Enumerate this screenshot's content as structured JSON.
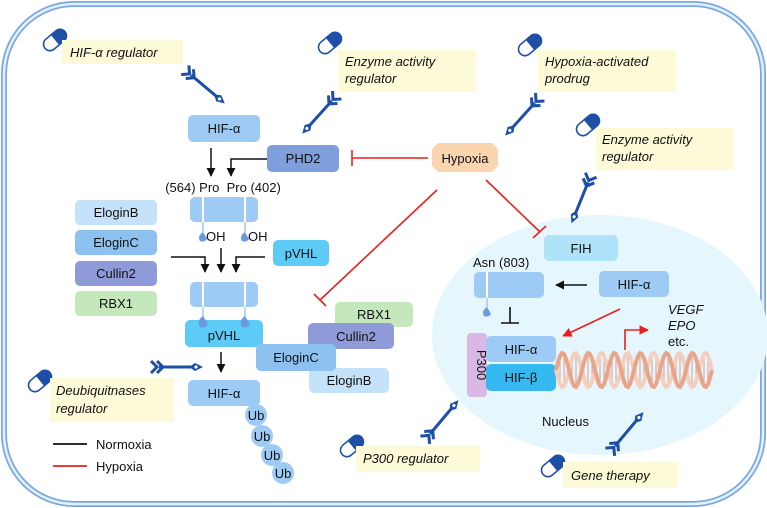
{
  "title": "HIF signaling pathway and therapeutic targets",
  "colors": {
    "cell_border": "#7ea6e0",
    "cell_fill": "#dff2ff",
    "nucleus_fill": "#e6f6fd",
    "hif_alpha": "#9ecbf5",
    "phd2": "#7f9fdc",
    "pvhl": "#5ecbf6",
    "elogin_b": "#c5e2fb",
    "elogin_c": "#8dc2f0",
    "cullin2": "#8f9ad9",
    "rbx1": "#c4e8bc",
    "hypoxia": "#fbd5b0",
    "p300": "#d9b8e6",
    "hif_beta": "#35b9f0",
    "drug_label_bg": "#fdfad8",
    "drug_blue": "#1d4fa8",
    "normoxia_line": "#111111",
    "hypoxia_line": "#e8201e",
    "dna": "#e9a58a"
  },
  "proteins": {
    "hif_alpha_top": "HIF-α",
    "phd2": "PHD2",
    "hypoxia": "Hypoxia",
    "pro_label": "(564) Pro  Pro (402)",
    "oh1": "OH",
    "oh2": "OH",
    "pvhl_free": "pVHL",
    "complex_list": [
      "EloginB",
      "EloginC",
      "Cullin2",
      "RBX1"
    ],
    "pvhl_bound": "pVHL",
    "hif_alpha_ub": "HIF-α",
    "ub": [
      "Ub",
      "Ub",
      "Ub",
      "Ub"
    ],
    "e3_complex": {
      "rbx1": "RBX1",
      "cullin2": "Cullin2",
      "elogin_c": "EloginC",
      "elogin_b": "EloginB"
    },
    "fih": "FIH",
    "asn_label": "Asn (803)",
    "hif_alpha_nuc": "HIF-α",
    "hif_alpha_bound": "HIF-α",
    "hif_beta": "HIF-β",
    "p300": "P300",
    "genes": [
      "VEGF",
      "EPO",
      "etc."
    ],
    "nucleus": "Nucleus"
  },
  "drugs": [
    {
      "id": "hif-alpha-regulator",
      "lines": [
        "HIF-α regulator"
      ]
    },
    {
      "id": "enzyme-activity-regulator-phd2",
      "lines": [
        "Enzyme activity",
        "regulator"
      ]
    },
    {
      "id": "hypoxia-activated-prodrug",
      "lines": [
        "Hypoxia-activated",
        "prodrug"
      ]
    },
    {
      "id": "enzyme-activity-regulator-fih",
      "lines": [
        "Enzyme activity",
        "regulator"
      ]
    },
    {
      "id": "deubiquitnases-regulator",
      "lines": [
        "Deubiquitnases",
        "regulator"
      ]
    },
    {
      "id": "p300-regulator",
      "lines": [
        "P300 regulator"
      ]
    },
    {
      "id": "gene-therapy",
      "lines": [
        "Gene therapy"
      ]
    }
  ],
  "legend": [
    {
      "label": "Normoxia",
      "color": "#111111"
    },
    {
      "label": "Hypoxia",
      "color": "#e8201e"
    }
  ]
}
